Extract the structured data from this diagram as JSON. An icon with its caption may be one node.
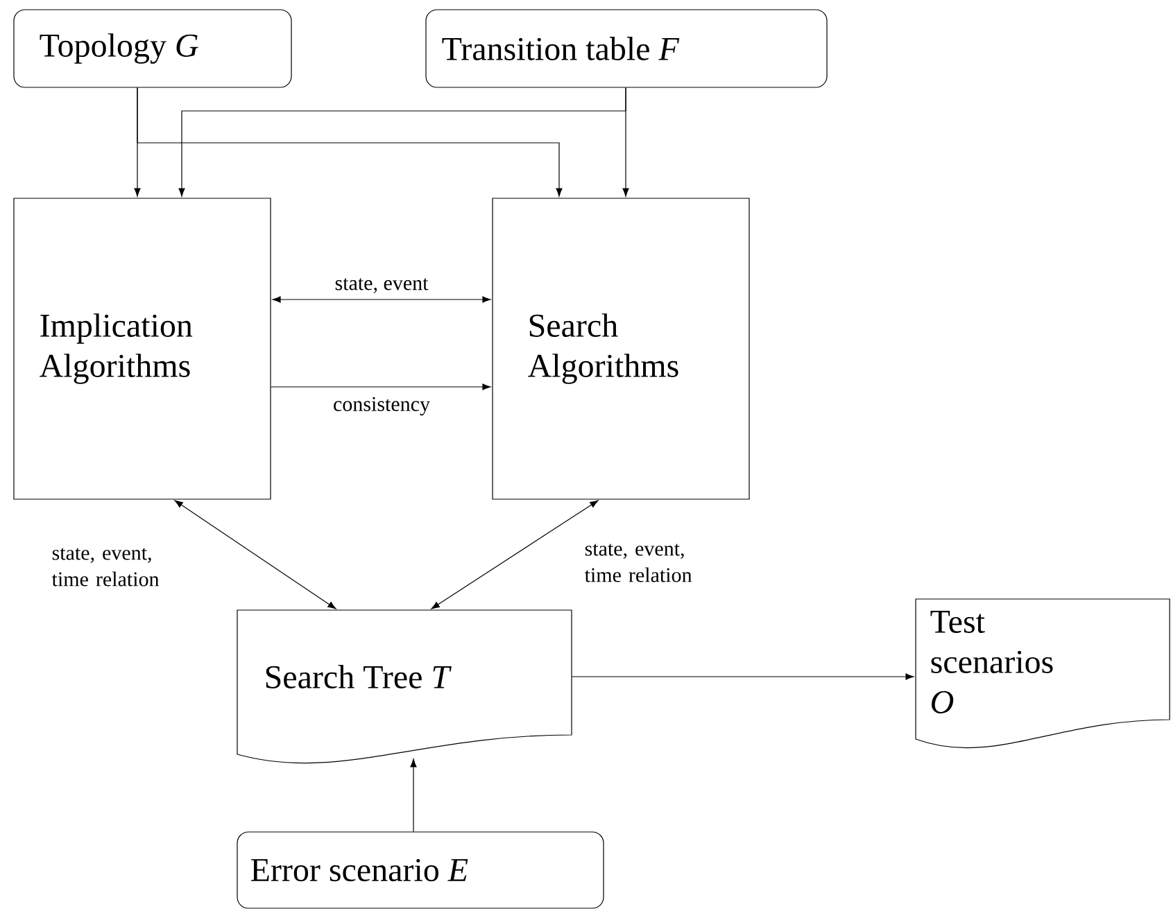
{
  "diagram": {
    "nodes": [
      {
        "text": [
          "Topology *G*"
        ]
      },
      {
        "text": [
          "Transition table *F*"
        ]
      },
      {
        "text": [
          "Implication Algorithms"
        ]
      },
      {
        "text": [
          "Search Algorithms"
        ]
      },
      {
        "text": [
          "Search Tree *T*"
        ]
      },
      {
        "text": [
          "Test scenarios *O*"
        ]
      },
      {
        "text": [
          "Error scenario *E*"
        ]
      }
    ],
    "edges": [
      {
        "from": 0,
        "to": 2,
        "arrow": "to"
      },
      {
        "from": 0,
        "to": 3,
        "arrow": "to"
      },
      {
        "from": 1,
        "to": 2,
        "arrow": "to"
      },
      {
        "from": 1,
        "to": 3,
        "arrow": "to"
      },
      {
        "from": 2,
        "to": 3,
        "arrow": "both",
        "label": "state, event"
      },
      {
        "from": 2,
        "to": 3,
        "arrow": "to",
        "label": "consistency"
      },
      {
        "from": 2,
        "to": 4,
        "arrow": "both",
        "label": "state, event, time relation"
      },
      {
        "from": 3,
        "to": 4,
        "arrow": "both",
        "label": "state, event, time relation"
      },
      {
        "from": 4,
        "to": 5,
        "arrow": "to"
      },
      {
        "from": 6,
        "to": 4,
        "arrow": "to"
      }
    ]
  }
}
